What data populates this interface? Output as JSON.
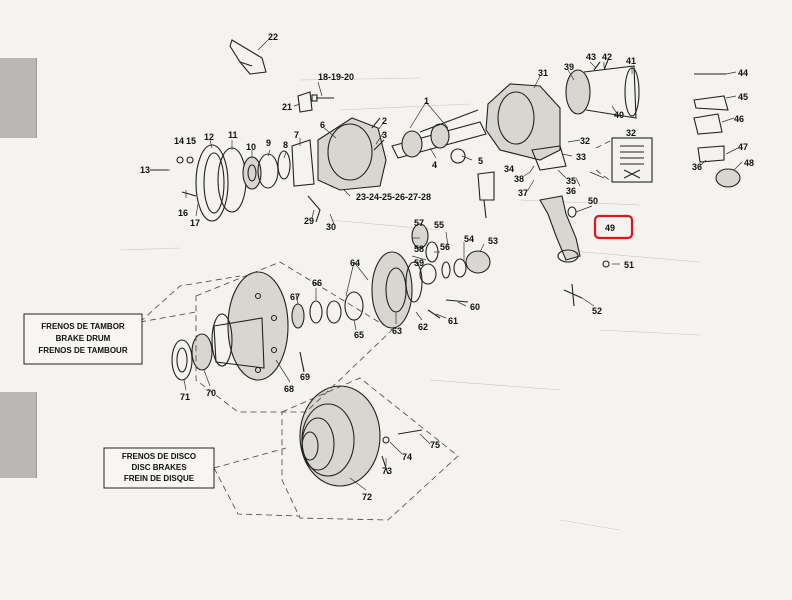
{
  "diagram": {
    "callouts": [
      "22",
      "19",
      "20",
      "21",
      "18-19-20",
      "1",
      "2",
      "3",
      "4",
      "5",
      "6",
      "7",
      "8",
      "9",
      "10",
      "11",
      "12",
      "13",
      "14",
      "15",
      "16",
      "17",
      "23-24-25-26-27-28",
      "29",
      "30",
      "31",
      "32",
      "33",
      "34",
      "35",
      "36",
      "37",
      "38",
      "39",
      "40",
      "41",
      "42",
      "43",
      "44",
      "45",
      "46",
      "47",
      "48",
      "49",
      "50",
      "51",
      "52",
      "53",
      "54",
      "55",
      "56",
      "57",
      "58",
      "59",
      "60",
      "61",
      "62",
      "63",
      "64",
      "65",
      "66",
      "67",
      "68",
      "69",
      "70",
      "71",
      "72",
      "73",
      "74",
      "75"
    ],
    "drum_box": [
      "FRENOS DE TAMBOR",
      "BRAKE DRUM",
      "FRENOS DE TAMBOUR"
    ],
    "disc_box": [
      "FRENOS DE DISCO",
      "DISC BRAKES",
      "FREIN DE DISQUE"
    ],
    "highlight_part": "49",
    "highlight_color": "#e0141b"
  }
}
